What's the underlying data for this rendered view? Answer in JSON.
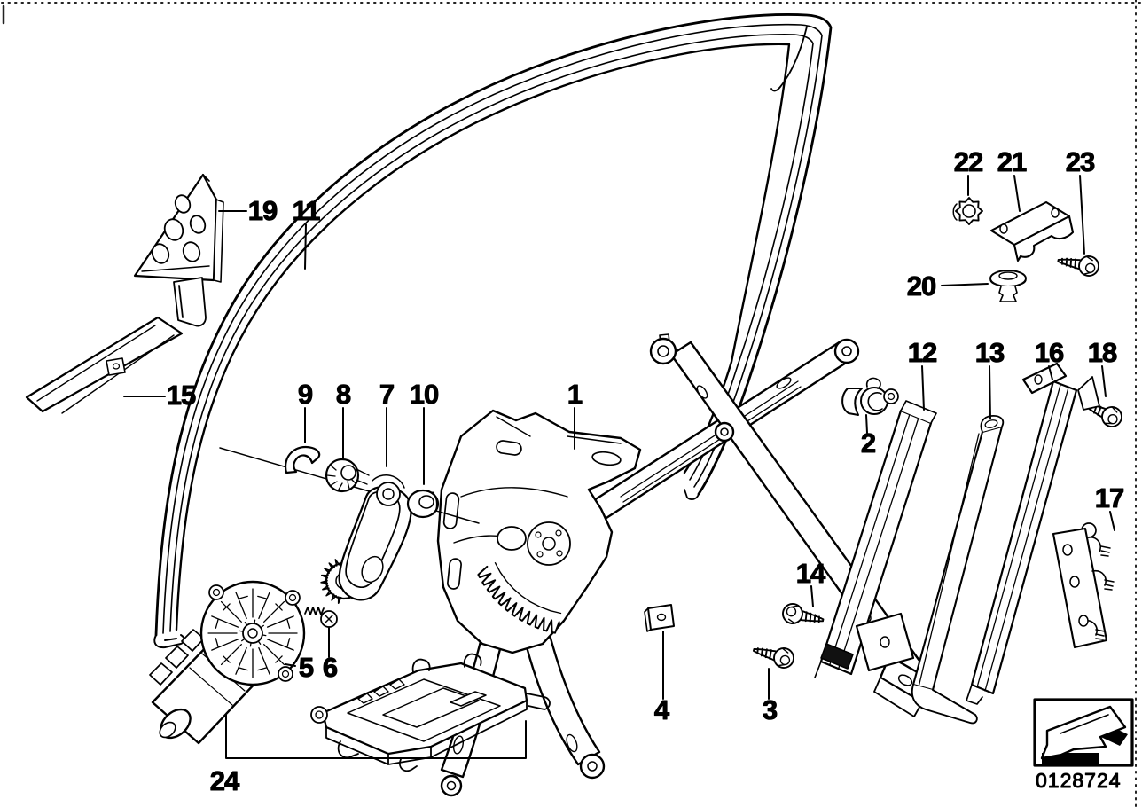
{
  "diagram": {
    "code": "0128724",
    "callouts": [
      {
        "label": "1"
      },
      {
        "label": "2"
      },
      {
        "label": "3"
      },
      {
        "label": "4"
      },
      {
        "label": "5"
      },
      {
        "label": "6"
      },
      {
        "label": "7"
      },
      {
        "label": "8"
      },
      {
        "label": "9"
      },
      {
        "label": "10"
      },
      {
        "label": "11"
      },
      {
        "label": "12"
      },
      {
        "label": "13"
      },
      {
        "label": "14"
      },
      {
        "label": "15"
      },
      {
        "label": "16"
      },
      {
        "label": "17"
      },
      {
        "label": "18"
      },
      {
        "label": "19"
      },
      {
        "label": "20"
      },
      {
        "label": "21"
      },
      {
        "label": "22"
      },
      {
        "label": "23"
      },
      {
        "label": "24"
      }
    ]
  }
}
